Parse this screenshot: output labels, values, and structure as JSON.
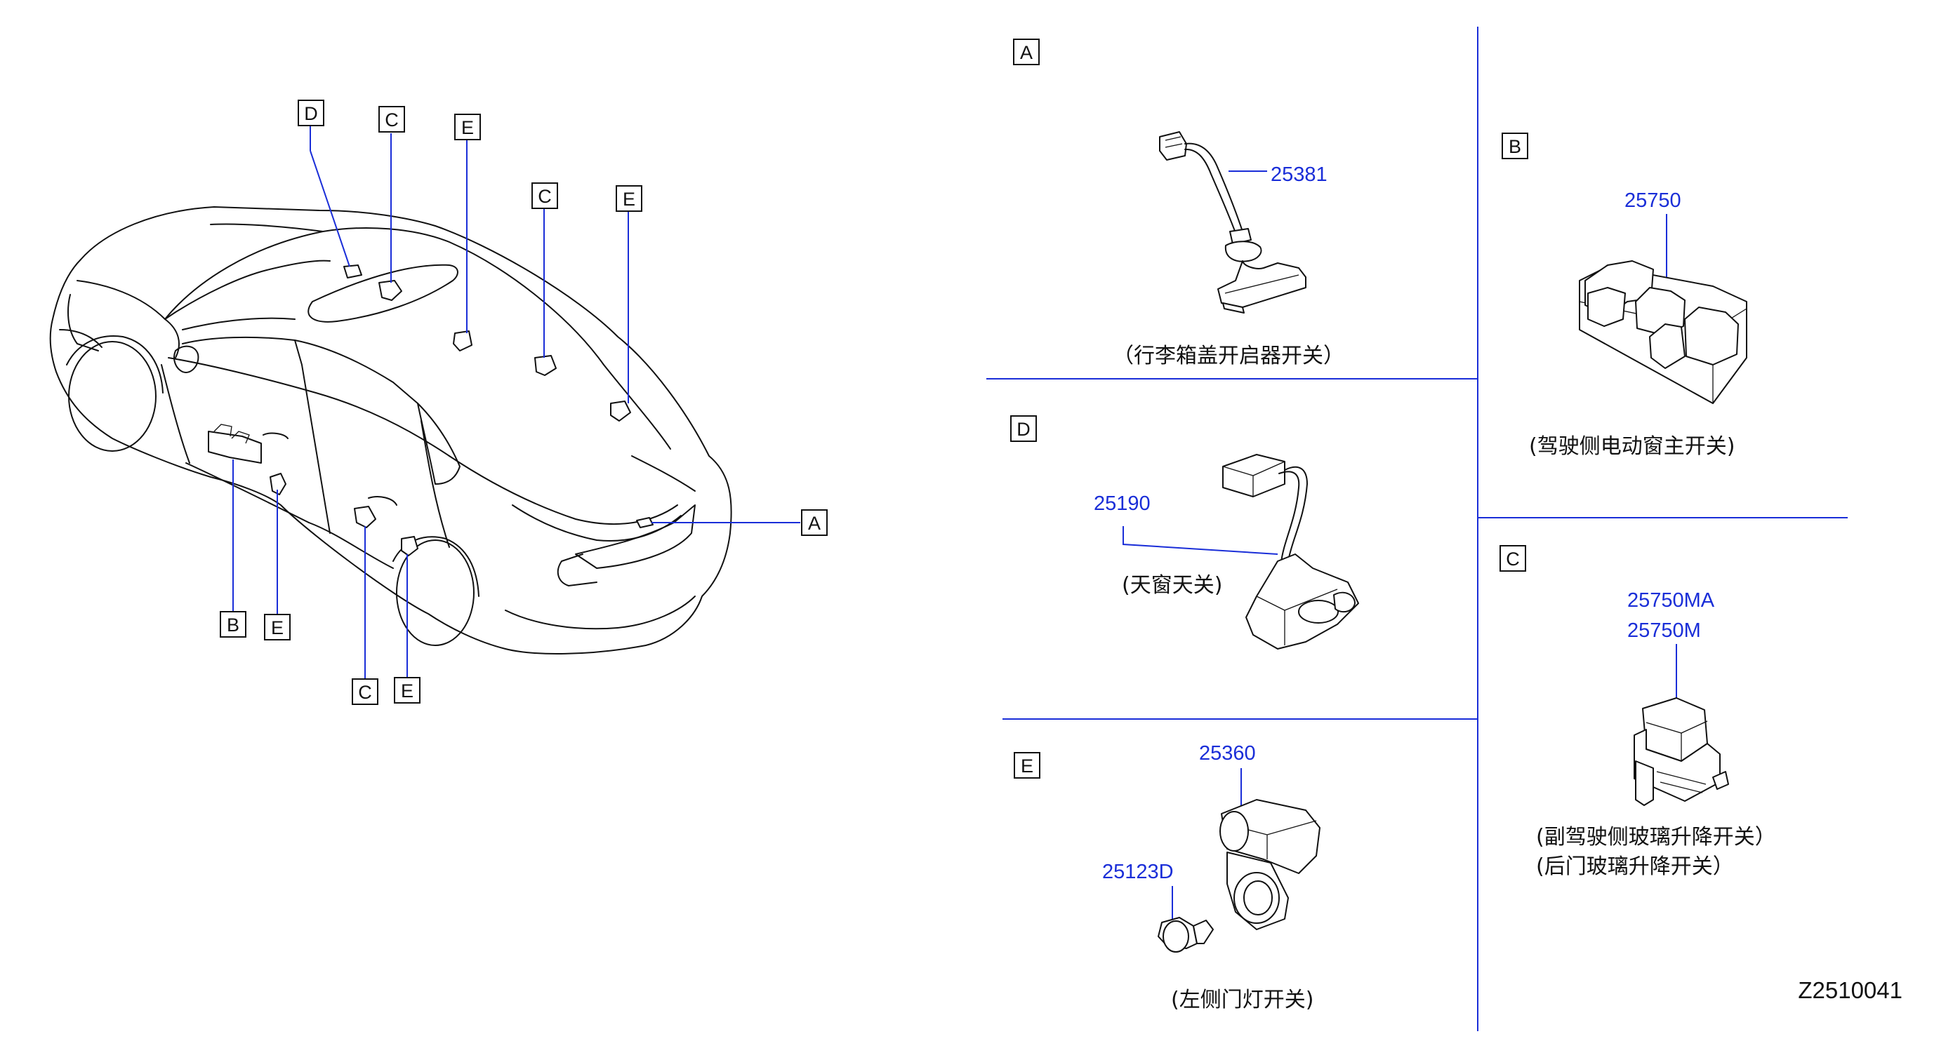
{
  "callouts": {
    "car_A": "A",
    "car_B": "B",
    "car_C1": "C",
    "car_C2": "C",
    "car_C3": "C",
    "car_D": "D",
    "car_E1": "E",
    "car_E2": "E",
    "car_E3": "E",
    "car_E4": "E"
  },
  "panels": {
    "A": {
      "letter": "A",
      "part": "25381",
      "caption": "（行李箱盖开启器开关）"
    },
    "B": {
      "letter": "B",
      "part": "25750",
      "caption": "(驾驶侧电动窗主开关)"
    },
    "D": {
      "letter": "D",
      "part": "25190",
      "caption": "(天窗天关)"
    },
    "C": {
      "letter": "C",
      "part1": "25750MA",
      "part2": "25750M",
      "caption1": "(副驾驶侧玻璃升降开关）",
      "caption2": "(后门玻璃升降开关）"
    },
    "E": {
      "letter": "E",
      "part1": "25360",
      "part2": "25123D",
      "caption": "(左侧门灯开关)"
    }
  },
  "diagram_code": "Z2510041",
  "colors": {
    "part_number": "#1a2ed8",
    "divider": "#1a2ed8",
    "outline": "#111111"
  }
}
